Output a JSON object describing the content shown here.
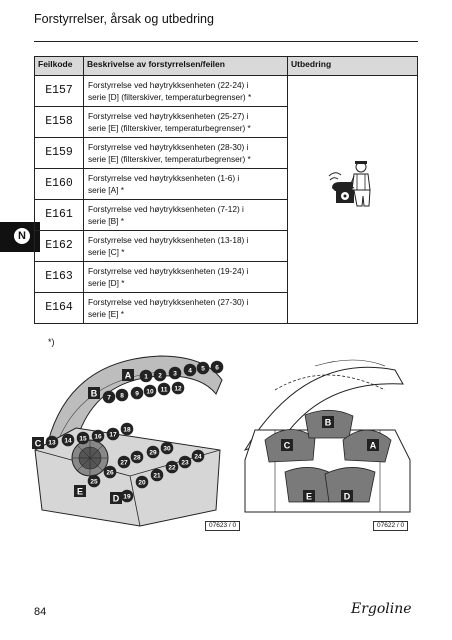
{
  "header": {
    "title": "Forstyrrelser, årsak og utbedring"
  },
  "side_tab": {
    "letter": "N"
  },
  "table": {
    "columns": [
      "Feilkode",
      "Beskrivelse av forstyrrelsen/feilen",
      "Utbedring"
    ],
    "rows": [
      {
        "code": "E157",
        "desc1": "Forstyrrelse ved høytrykksenheten (22-24) i",
        "desc2": "serie [D] (filterskiver, temperaturbegrenser) *"
      },
      {
        "code": "E158",
        "desc1": "Forstyrrelse ved høytrykksenheten (25-27) i",
        "desc2": "serie [E] (filterskiver, temperaturbegrenser) *"
      },
      {
        "code": "E159",
        "desc1": "Forstyrrelse ved høytrykksenheten (28-30) i",
        "desc2": "serie [E] (filterskiver, temperaturbegrenser) *"
      },
      {
        "code": "E160",
        "desc1": "Forstyrrelse ved høytrykksenheten (1-6) i",
        "desc2": "serie [A] *"
      },
      {
        "code": "E161",
        "desc1": "Forstyrrelse ved høytrykksenheten (7-12) i",
        "desc2": "serie [B] *"
      },
      {
        "code": "E162",
        "desc1": "Forstyrrelse ved høytrykksenheten (13-18) i",
        "desc2": "serie [C] *"
      },
      {
        "code": "E163",
        "desc1": "Forstyrrelse ved høytrykksenheten (19-24) i",
        "desc2": "serie [D] *"
      },
      {
        "code": "E164",
        "desc1": "Forstyrrelse ved høytrykksenheten (27-30) i",
        "desc2": "serie [E] *"
      }
    ]
  },
  "icons": {
    "remedy": "service-technician-telephone-icon"
  },
  "footnote": "*)",
  "figure_left": {
    "ref": "07623 / 0",
    "series_labels": [
      "A",
      "B",
      "C",
      "D",
      "E"
    ],
    "lamp_numbers": [
      "1",
      "2",
      "3",
      "4",
      "5",
      "6",
      "7",
      "8",
      "9",
      "10",
      "11",
      "12",
      "13",
      "14",
      "15",
      "16",
      "17",
      "18",
      "19",
      "20",
      "21",
      "22",
      "23",
      "24",
      "25",
      "26",
      "27",
      "28",
      "29",
      "30"
    ]
  },
  "figure_right": {
    "ref": "07622 / 0",
    "series_labels": [
      "A",
      "B",
      "C",
      "D",
      "E"
    ]
  },
  "footer": {
    "page_number": "84",
    "brand": "Ergoline"
  }
}
